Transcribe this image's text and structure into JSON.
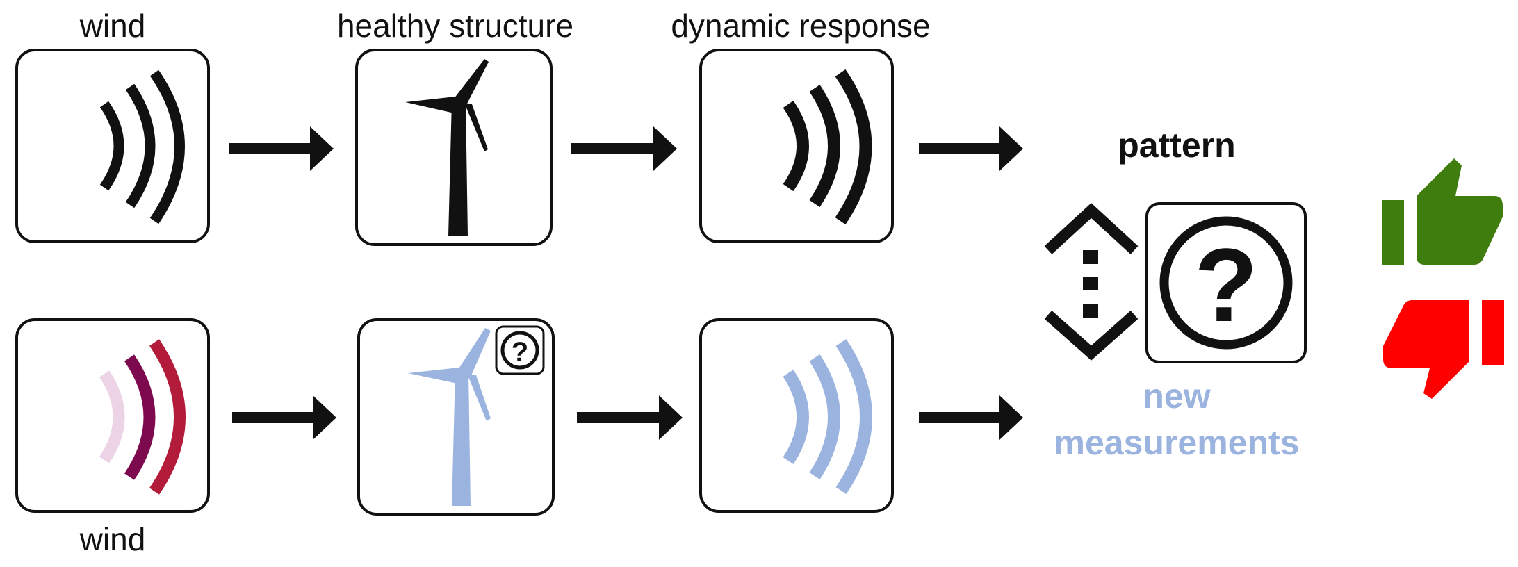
{
  "labels": {
    "wind_top": "wind",
    "wind_bottom": "wind",
    "healthy_structure": "healthy structure",
    "dynamic_response": "dynamic response",
    "pattern": "pattern",
    "new_measurements_line1": "new",
    "new_measurements_line2": "measurements"
  },
  "question_mark": "?",
  "colors": {
    "ink": "#111111",
    "measurement_blue": "#9bb3df",
    "wind_light": "#ecd3e5",
    "wind_dark": "#7d0a4f",
    "wind_red": "#b21b3a",
    "approve_green": "#3e7d0e",
    "reject_red": "#ff0000"
  },
  "icons": {
    "wind_waves": "wind-waves-icon",
    "turbine": "wind-turbine-icon",
    "response_waves": "response-waves-icon",
    "arrow": "right-arrow-icon",
    "compare": "compare-chevrons-icon",
    "question": "question-mark-icon",
    "thumbs_up": "thumbs-up-icon",
    "thumbs_down": "thumbs-down-icon"
  }
}
